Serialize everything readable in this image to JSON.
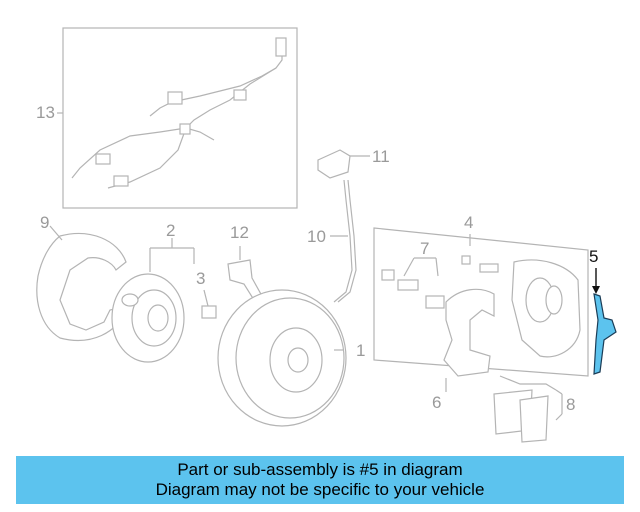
{
  "callouts": {
    "c1": "1",
    "c2": "2",
    "c3": "3",
    "c4": "4",
    "c5": "5",
    "c6": "6",
    "c7": "7",
    "c8": "8",
    "c9": "9",
    "c10": "10",
    "c11": "11",
    "c12": "12",
    "c13": "13"
  },
  "highlight_color": "#5cc3ee",
  "banner": {
    "line1": "Part or sub-assembly is #5 in diagram",
    "line2": "Diagram may not be specific to your vehicle"
  }
}
